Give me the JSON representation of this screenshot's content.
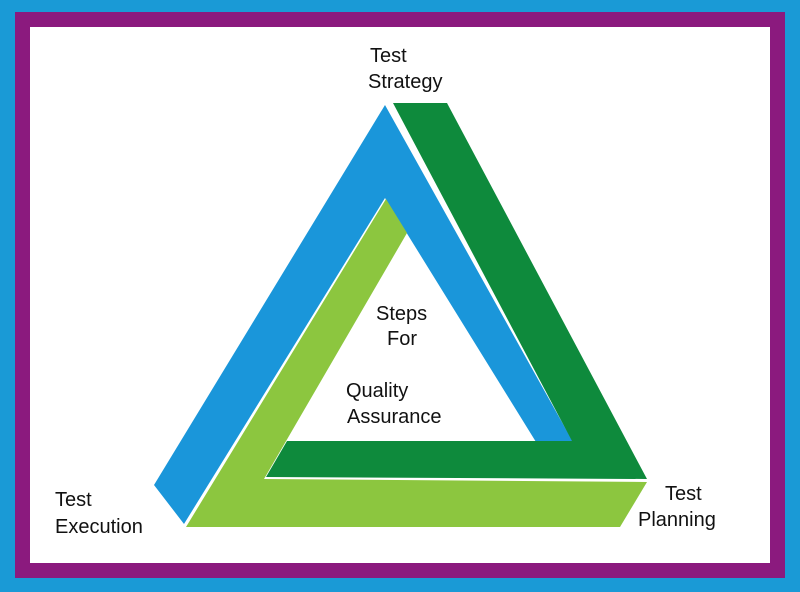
{
  "diagram": {
    "vertices": {
      "top": {
        "line1": "Test",
        "line2": "Strategy"
      },
      "right": {
        "line1": "Test",
        "line2": "Planning"
      },
      "left": {
        "line1": "Test",
        "line2": "Execution"
      }
    },
    "center": {
      "line1": "Steps",
      "line2": "For",
      "line3": "Quality",
      "line4": "Assurance"
    }
  },
  "colors": {
    "outer_frame": "#1a9ad6",
    "inner_frame": "#8b1a7e",
    "background": "#ffffff",
    "band_blue": "#1a96da",
    "band_green": "#0e8a3c",
    "band_lime": "#8cc63f"
  }
}
